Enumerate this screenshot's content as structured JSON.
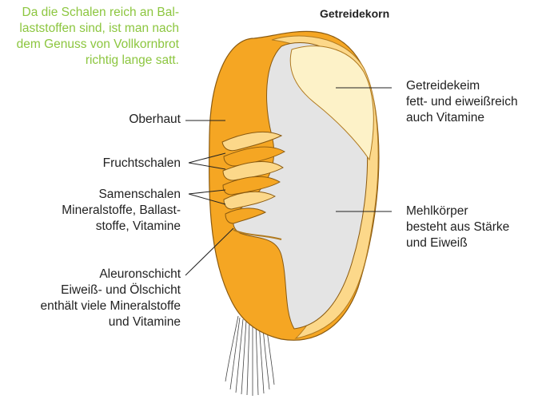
{
  "note": {
    "lines": [
      "Da die Schalen reich an Bal-",
      "laststoffen sind, ist man nach",
      "dem Genuss von Vollkornbrot",
      "richtig lange satt."
    ]
  },
  "title": "Getreidekorn",
  "labels_left": {
    "oberhaut": "Oberhaut",
    "fruchtschalen": "Fruchtschalen",
    "samenschalen": [
      "Samenschalen",
      "Mineralstoffe, Ballast-",
      "stoffe, Vitamine"
    ],
    "aleuron": [
      "Aleuronschicht",
      "Eiweiß- und Ölschicht",
      "enthält viele Mineralstoffe",
      "und Vitamine"
    ]
  },
  "labels_right": {
    "keim": [
      "Getreidekeim",
      "fett- und eiweißreich",
      "auch Vitamine"
    ],
    "mehl": [
      "Mehlkörper",
      "besteht aus Stärke",
      "und Eiweiß"
    ]
  },
  "colors": {
    "note_green": "#8cc63f",
    "husk_orange": "#f5a623",
    "husk_light": "#fcd88a",
    "endosperm": "#e4e4e4",
    "germ": "#fdf2c8"
  }
}
